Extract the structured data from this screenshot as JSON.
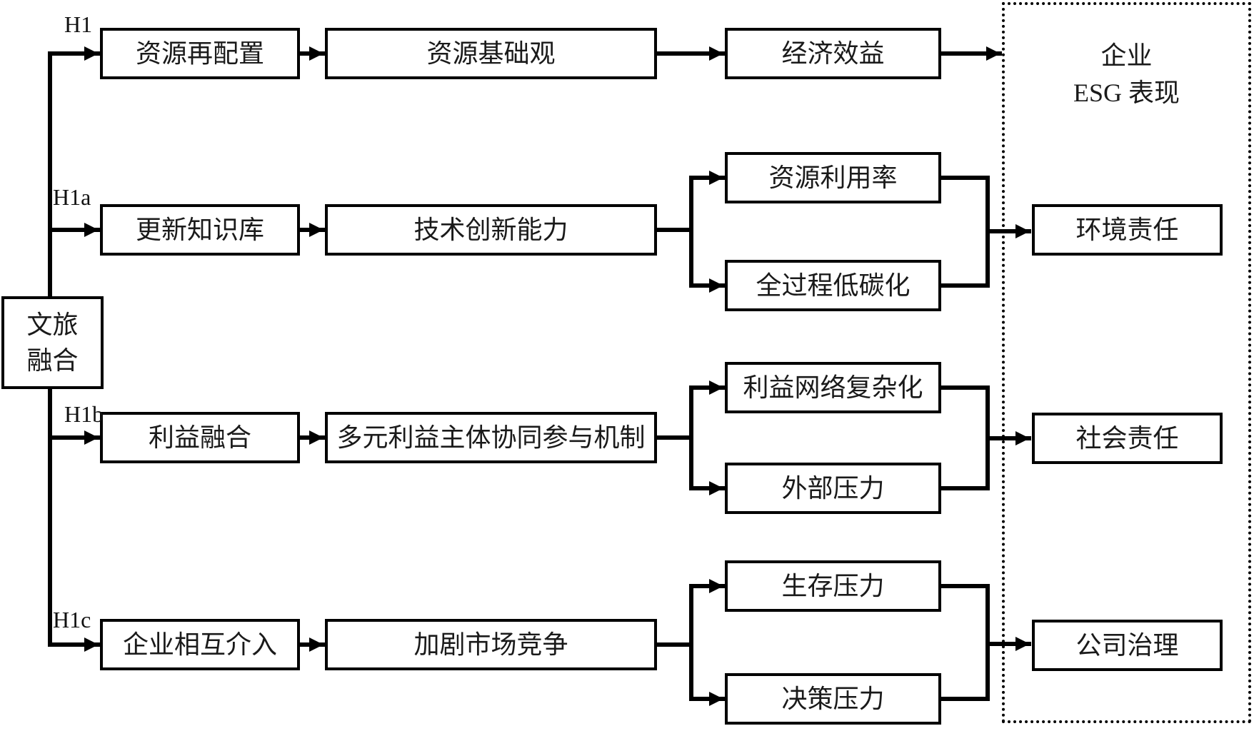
{
  "diagram": {
    "source_box": {
      "line1": "文旅",
      "line2": "融合"
    },
    "esg_panel": {
      "line1": "企业",
      "line2": "ESG 表现"
    },
    "paths": [
      {
        "hypothesis": "H1",
        "antecedent": "资源再配置",
        "mediator": "资源基础观",
        "outcomes": [
          "经济效益"
        ]
      },
      {
        "hypothesis": "H1a",
        "antecedent": "更新知识库",
        "mediator": "技术创新能力",
        "outcomes": [
          "资源利用率",
          "全过程低碳化"
        ],
        "esg_dimension": "环境责任"
      },
      {
        "hypothesis": "H1b",
        "antecedent": "利益融合",
        "mediator": "多元利益主体协同参与机制",
        "outcomes": [
          "利益网络复杂化",
          "外部压力"
        ],
        "esg_dimension": "社会责任"
      },
      {
        "hypothesis": "H1c",
        "antecedent": "企业相互介入",
        "mediator": "加剧市场竞争",
        "outcomes": [
          "生存压力",
          "决策压力"
        ],
        "esg_dimension": "公司治理"
      }
    ],
    "colors": {
      "stroke": "#000000",
      "background": "#ffffff"
    }
  }
}
